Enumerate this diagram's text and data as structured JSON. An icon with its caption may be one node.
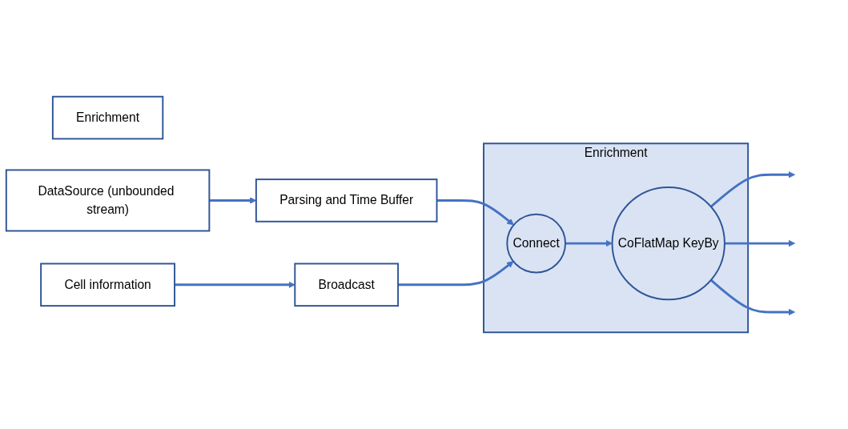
{
  "diagram": {
    "nodes": [
      {
        "text": [
          "Enrichment"
        ]
      },
      {
        "text": [
          "DataSource (unbounded stream)"
        ]
      },
      {
        "text": [
          "Parsing and Time Buffer"
        ]
      },
      {
        "text": [
          "Cell information"
        ]
      },
      {
        "text": [
          "Broadcast"
        ]
      },
      {
        "text": [
          "Enrichment"
        ]
      },
      {
        "text": [
          "Connect"
        ],
        "in": 5
      },
      {
        "text": [
          "CoFlatMap KeyBy"
        ],
        "in": 5
      }
    ],
    "edges": [
      {
        "from": 1,
        "to": 2,
        "arrow": "to"
      },
      {
        "from": 3,
        "to": 4,
        "arrow": "to"
      },
      {
        "from": 2,
        "to": 6,
        "arrow": "to"
      },
      {
        "from": 4,
        "to": 6,
        "arrow": "to"
      },
      {
        "from": 6,
        "to": 7,
        "arrow": "to"
      },
      {
        "from": 7,
        "to": null,
        "arrow": "to"
      },
      {
        "from": 7,
        "to": null,
        "arrow": "to"
      },
      {
        "from": 7,
        "to": null,
        "arrow": "to"
      }
    ]
  }
}
